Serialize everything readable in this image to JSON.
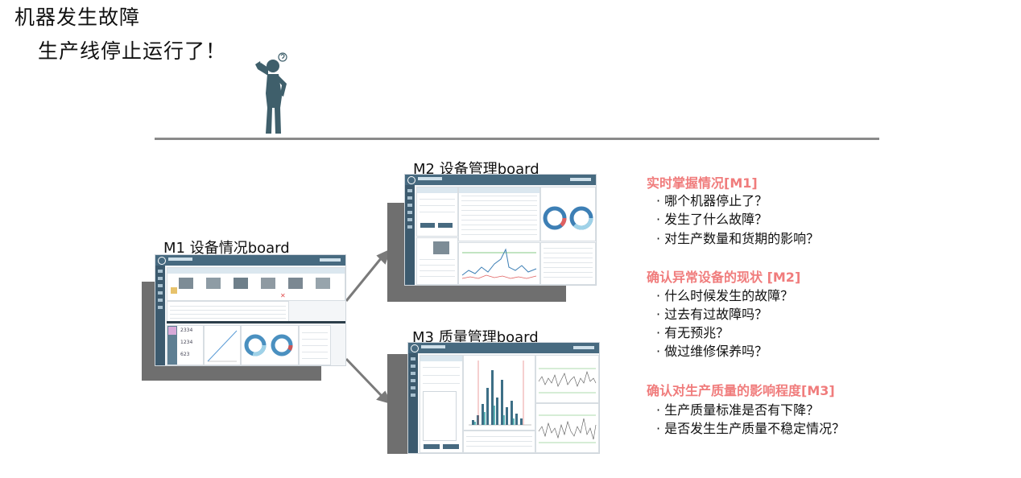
{
  "headline": {
    "line1": "机器发生故障",
    "line2": "生产线停止运行了！"
  },
  "figure": {
    "icon": "confused-person-icon",
    "color": "#3f5f6b"
  },
  "screens": {
    "m1": {
      "title": "M1 设备情况board",
      "kpis": [
        "2334",
        "1234",
        "623"
      ]
    },
    "m2": {
      "title": "M2 设备管理board"
    },
    "m3": {
      "title": "M3 质量管理board"
    }
  },
  "sections": [
    {
      "title": "实时掌握情况[M1]",
      "items": [
        "· 哪个机器停止了？",
        "· 发生了什么故障？",
        "· 对生产数量和货期的影响？"
      ]
    },
    {
      "title": "确认异常设备的现状 [M2]",
      "items": [
        "· 什么时候发生的故障？",
        "· 过去有过故障吗？",
        "· 有无预兆？",
        "· 做过维修保养吗？"
      ]
    },
    {
      "title": "确认对生产质量的影响程度[M3]",
      "items": [
        "· 生产质量标准是否有下降？",
        "· 是否发生生产质量不稳定情况？"
      ]
    }
  ],
  "colors": {
    "accent": "#f07c7c",
    "dashboard_header": "#476a80",
    "divider": "#8a8a8a"
  }
}
